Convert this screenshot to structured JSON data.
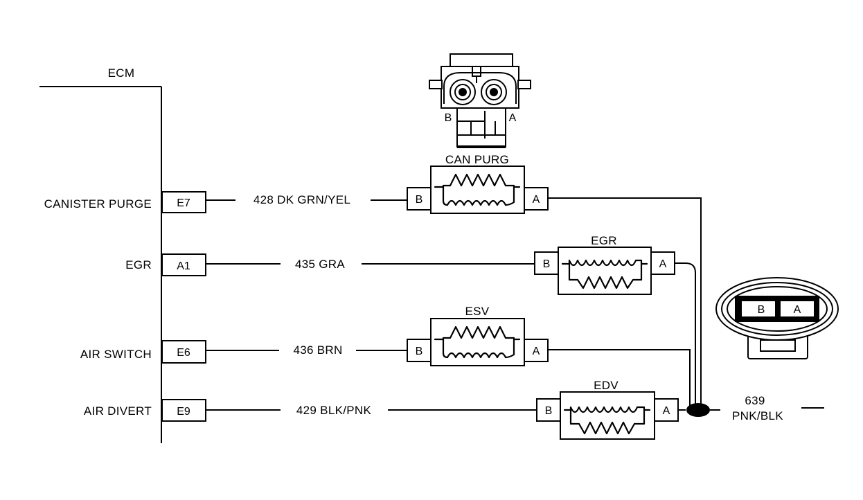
{
  "ecm": {
    "title": "ECM",
    "circuits": [
      {
        "name": "CANISTER PURGE",
        "pin": "E7",
        "wire": "428 DK GRN/YEL"
      },
      {
        "name": "EGR",
        "pin": "A1",
        "wire": "435 GRA"
      },
      {
        "name": "AIR SWITCH",
        "pin": "E6",
        "wire": "436 BRN"
      },
      {
        "name": "AIR DIVERT",
        "pin": "E9",
        "wire": "429 BLK/PNK"
      }
    ]
  },
  "solenoids": [
    {
      "name": "CAN PURG",
      "pin_b": "B",
      "pin_a": "A"
    },
    {
      "name": "EGR",
      "pin_b": "B",
      "pin_a": "A"
    },
    {
      "name": "ESV",
      "pin_b": "B",
      "pin_a": "A"
    },
    {
      "name": "EDV",
      "pin_b": "B",
      "pin_a": "A"
    }
  ],
  "output_wire": {
    "number": "639",
    "color": "PNK/BLK"
  },
  "top_connector": {
    "pin_b": "B",
    "pin_a": "A"
  },
  "right_connector": {
    "pin_b": "B",
    "pin_a": "A"
  }
}
